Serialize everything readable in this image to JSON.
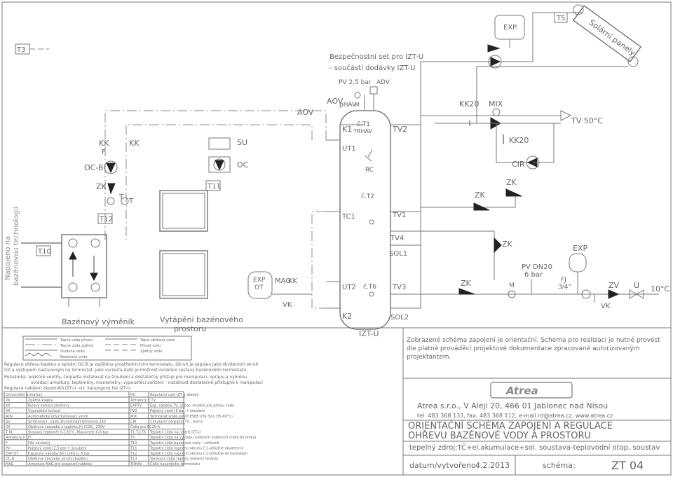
{
  "labels": {
    "t3": "T3",
    "t5": "T5",
    "solar": "Solární panely",
    "exp_top": "EXP.",
    "safety_1": "Bezpečnostní set pro IZT-U",
    "safety_2": "- součástí dodávky IZT-U",
    "pv_bar": "PV 2,5 bar",
    "adv_top": "ADV",
    "phav": "pHAV",
    "m_small": "M",
    "aov1": "AOV",
    "aov2": "AOV",
    "kk_left": "KK",
    "kk_mid": "KK",
    "f_left": "F",
    "ocb": "OC-B",
    "zk_left": "ZK",
    "t_left1": "T",
    "t_left2": "T",
    "su": "SU",
    "oc": "OC",
    "t11": "T11",
    "t12": "T12",
    "t10": "T10",
    "napojeno_1": "Napojeno na",
    "napojeno_2": "bazénovou technologii",
    "k1": "K1",
    "ut1": "UT1",
    "tc1": "TC1",
    "ut2": "UT2",
    "k2": "K2",
    "t1": "č.T1",
    "trhav": "TRHAV",
    "rc": "RC",
    "t2": "č.T2",
    "t6": "č.T6",
    "tv2": "TV2",
    "tv1": "TV1",
    "tv4": "TV4",
    "sol1": "SOL1",
    "tv3": "TV3",
    "sol2": "SOL2",
    "izt": "IZT-U",
    "kk20a": "KK20",
    "mix": "MIX",
    "tv50": "TV 50°C",
    "kk20b": "KK20",
    "cir": "CIR",
    "zk1": "ZK",
    "zk2": "ZK",
    "zk3": "ZK",
    "zk4": "ZK",
    "pv_dn20_1": "PV DN20",
    "pv_dn20_2": "6 bar",
    "exp_right": "EXP",
    "fj_1": "FJ",
    "fj_2": "3/4\"",
    "m_right": "M",
    "zv": "ZV",
    "u": "U",
    "vk_right": "VK",
    "t10c": "10°C",
    "exp_ot_1": "EXP",
    "exp_ot_2": "OT",
    "mag": "MAG",
    "kk_exp": "KK",
    "vk_exp": "VK",
    "pool_hx": "Bazénový výměník",
    "heating_1": "Vytápění bazénového",
    "heating_2": "prostoru"
  },
  "legend": {
    "heating_supply": "Topná voda přívod",
    "heating_return": "Topná voda zpětná",
    "cold_water": "Studená voda",
    "pool_water": "Bazénová voda",
    "hot_water": "Teplá užitková voda",
    "air_supply": "Přívod vzdu",
    "air_return": "Zpětný vzdu"
  },
  "notes": {
    "regulation_1": "Regulace ohřevu bazénu a spínání OC-B je zajištěna prostřednictvím termostatu. Okruh je zapojen jako okvitermní okruh",
    "regulation_2": "OZ a výstupem nastaveným na termostat, jako varianta další je možnost ovládání sestavy bazénového termostatu.",
    "note_1": "Poznámka: pojistné ventily, čerpadla instalovat na šroubení a dostatečný přístup pro manipulaci, opravu a výměnu.",
    "note_2": "ovládací armatury, teploměry, manometry, vypouštěcí zařízení - instalovat dostatečně přístupné k manipulaci",
    "regulation_head": "Regulace nabíjení zásobníků IZT-U -viz. katalogový list IZT-U",
    "warning_1": "Zobrazené schéma zapojení je orientační. Schéma pro realizaci je nutné provést",
    "warning_2": "dle platné prováděcí projektové dokumentace zpracované autorizovaným",
    "warning_3": "projektantem."
  },
  "table": {
    "col1_head": "Univerzální armatury",
    "col2_head": "RU",
    "col3_head": "Regulační uzel IZT a zásoby",
    "left_rows": [
      [
        "ZK",
        "Zpětná klapka"
      ],
      [
        "KK",
        "Kulový kohout zdvihový"
      ],
      [
        "VK",
        "Vypouštěcí kohout"
      ],
      [
        "ADV",
        "Automatický odvzdušňovací ventil"
      ],
      [
        "SU",
        "Směšovací - sada 3F(cestná)/čtyřcestná 24V"
      ],
      [
        "OC",
        "Oběhové čerpadlo s teplotou(f) (C25), 230V"
      ],
      [
        "T M",
        "Stavový teploměr 0-120°C, Manometr 0-6 bar"
      ],
      [
        "Armatury k OT",
        ""
      ],
      [
        "F",
        "Filtr závitový"
      ],
      [
        "PV",
        "Pojistný ventil 2,5 bar + šroubení"
      ],
      [
        "EXP OT",
        "Expanzní nádoba 80 l (140 l), 6 bar"
      ],
      [
        "OC-B",
        "Oběhové čerpadlo okruhu bazénu"
      ],
      [
        "MAG",
        "Armatura MAG pro expanzní nádobu"
      ]
    ],
    "right_rows": [
      [
        "Armatury k TV",
        ""
      ],
      [
        "EXPTV",
        "Exp. nádoba TV, 10bar, vhodná pro pitnou vodu"
      ],
      [
        "PV2",
        "Pojistný ventil 6 bar + šroubení"
      ],
      [
        "MIX",
        "Termostat.směš.ventil ESBE VTA 322 (35-60°C)"
      ],
      [
        "CIR",
        "Cirkulační čerpadlo TV - bronz"
      ],
      [
        "Čidla pro RC20-A",
        ""
      ],
      [
        "T1,T2,T6",
        "Teplotní čidlo na nádrži IZT-U"
      ],
      [
        "T5",
        "Teplotní čidlo na výstupu solárních kolektorů (čidlo do jímky)"
      ],
      [
        "T10",
        "Teplotní čidlo bazénové vody - volitelně"
      ],
      [
        "T11",
        "Teplotní čidlo topného okruhu č.1-příložné okvitermní"
      ],
      [
        "T12",
        "Teplotní čidlo topného okruhu č.2-příložné termostatem"
      ],
      [
        "T13",
        "Venkovní čidlo teploty (severní fasáda)"
      ],
      [
        "TRHAV",
        "Čidlo havarijního termostatu"
      ]
    ]
  },
  "company": {
    "logo": "Atrea",
    "line1": "Atrea s.r.o., V Aleji 20, 466 01 Jablonec nad Nisou",
    "line2": "tel. 483 368 133, fax. 483 368 112, e-mail rd@atrea.cz, www.atrea.cz"
  },
  "title_block": {
    "title_1": "ORIENTAČNÍ SCHÉMA ZAPOJENÍ A REGULACE",
    "title_2": "OHŘEVU BAZÉNOVÉ VODY A PROSTORU",
    "subtitle": "tepelný zdroj:TČ+el.akumulace+sol. soustava-teplovodní otop. soustav",
    "date_label": "datum/vytvořeno:",
    "date_value": "4.2.2013",
    "scheme_label": "schéma:",
    "scheme_value": "ZT 04"
  },
  "colors": {
    "ink": "#777777",
    "symbol_fill": "#222222",
    "background": "#ffffff"
  }
}
